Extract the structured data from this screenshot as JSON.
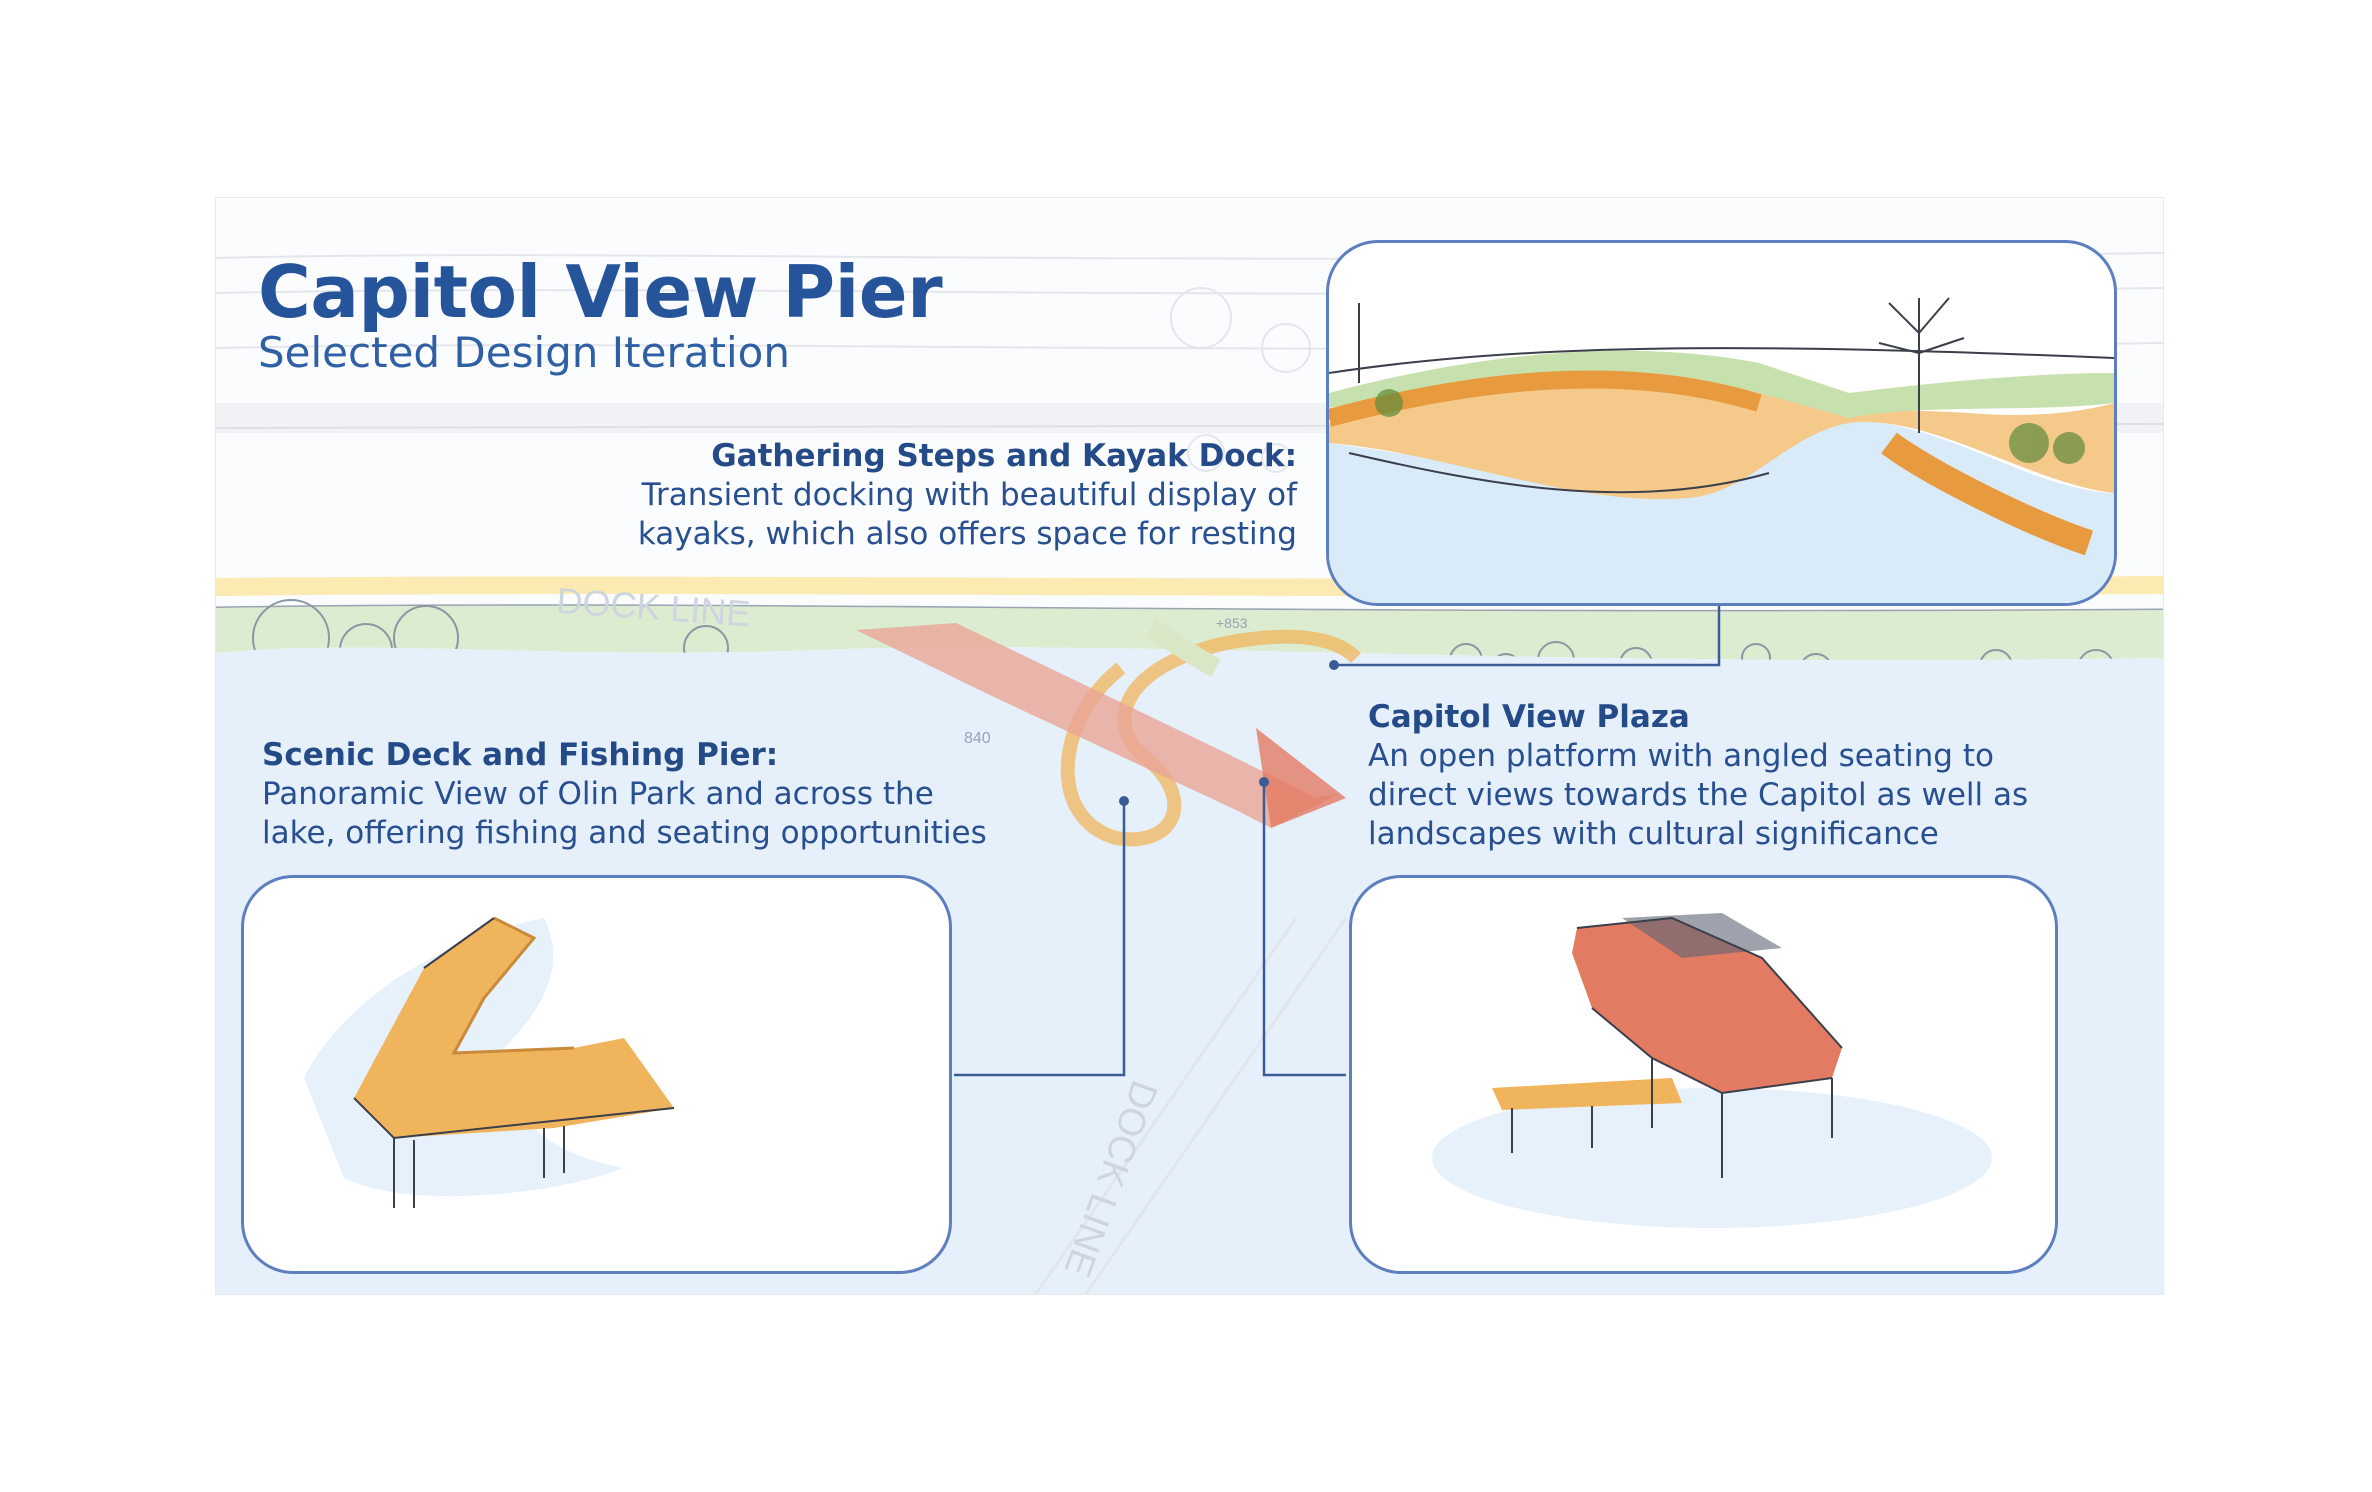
{
  "title": "Capitol View Pier",
  "subtitle": "Selected Design Iteration",
  "callouts": {
    "gathering": {
      "heading": "Gathering Steps and Kayak Dock:",
      "lines": [
        "Transient docking with beautiful display of",
        "kayaks, which also offers space for resting"
      ]
    },
    "plaza": {
      "heading": "Capitol View Plaza",
      "lines": [
        "An open platform with angled seating to",
        "direct views towards the Capitol as well as",
        "landscapes with cultural significance"
      ]
    },
    "scenic": {
      "heading": "Scenic Deck and Fishing Pier:",
      "lines": [
        "Panoramic View of Olin Park and across the",
        "lake, offering fishing and seating opportunities"
      ]
    }
  },
  "plan_labels": {
    "dock_line_top": "DOCK LINE",
    "dock_line_bottom": "DOCK LINE",
    "elev_840": "840",
    "elev_853": "+853"
  },
  "colors": {
    "title": "#26549a",
    "panel_border": "#5d7fc0",
    "leader_line": "#3a5c96",
    "deck_orange": "#f0b55c",
    "plaza_red": "#e37b63",
    "water": "#d6e8f8",
    "vegetation": "#bcdca4"
  }
}
